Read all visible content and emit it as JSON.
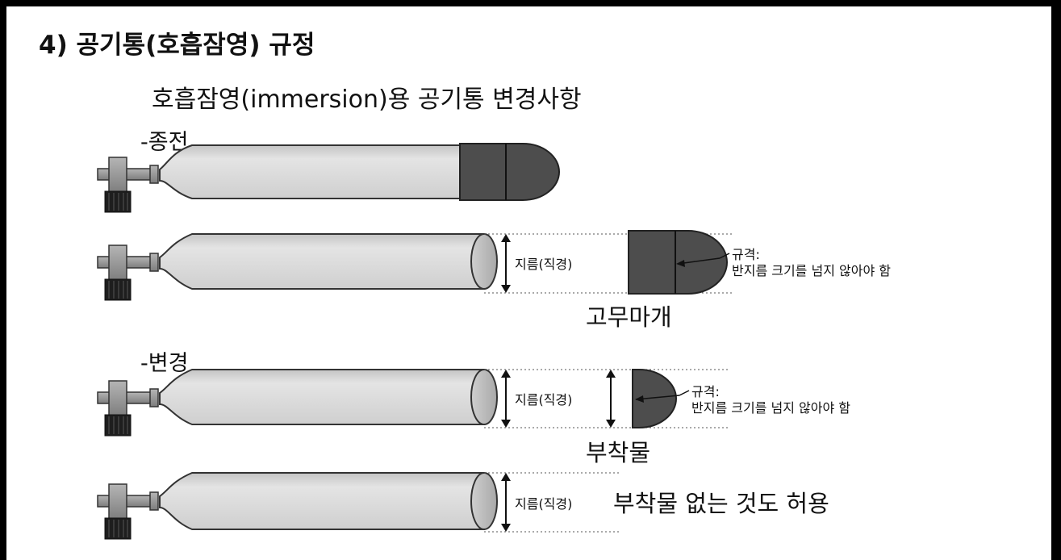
{
  "title": "4) 공기통(호흡잠영) 규정",
  "subtitle": "호흡잠영(immersion)용 공기통 변경사항",
  "sections": {
    "before": "-종전",
    "after": "-변경"
  },
  "labels": {
    "diameter": "지름(직경)",
    "spec_line1": "규격:",
    "spec_line2": "반지름 크기를 넘지 않아야 함",
    "rubber_cap": "고무마개",
    "attachment": "부착물",
    "no_attachment": "부착물 없는 것도 허용"
  },
  "colors": {
    "tank_fill": "#d9d9d9",
    "cap_fill": "#4d4d4d",
    "valve_fill": "#9e9e9e",
    "knob_fill": "#1e1e1e",
    "frame": "#000000"
  }
}
